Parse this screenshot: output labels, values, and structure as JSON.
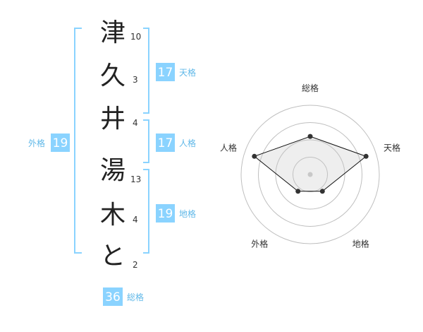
{
  "name": {
    "characters": [
      {
        "char": "津",
        "strokes": "10"
      },
      {
        "char": "久",
        "strokes": "3"
      },
      {
        "char": "井",
        "strokes": "4"
      },
      {
        "char": "湯",
        "strokes": "13"
      },
      {
        "char": "木",
        "strokes": "4"
      },
      {
        "char": "と",
        "strokes": "2"
      }
    ]
  },
  "scores": {
    "tenkaku": {
      "label": "天格",
      "value": "17"
    },
    "jinkaku": {
      "label": "人格",
      "value": "17"
    },
    "chikaku": {
      "label": "地格",
      "value": "19"
    },
    "gaikaku": {
      "label": "外格",
      "value": "19"
    },
    "soukaku": {
      "label": "総格",
      "value": "36"
    }
  },
  "colors": {
    "badge": "#8ad3ff",
    "badge_text": "#ffffff",
    "label_text": "#60b8e8",
    "bracket": "#8ad3ff"
  },
  "chart_data": {
    "type": "radar",
    "axes": [
      "総格",
      "天格",
      "地格",
      "外格",
      "人格"
    ],
    "values": [
      0.55,
      0.85,
      0.3,
      0.3,
      0.85
    ],
    "range": [
      0,
      1
    ],
    "rings": 4,
    "grid": true
  }
}
